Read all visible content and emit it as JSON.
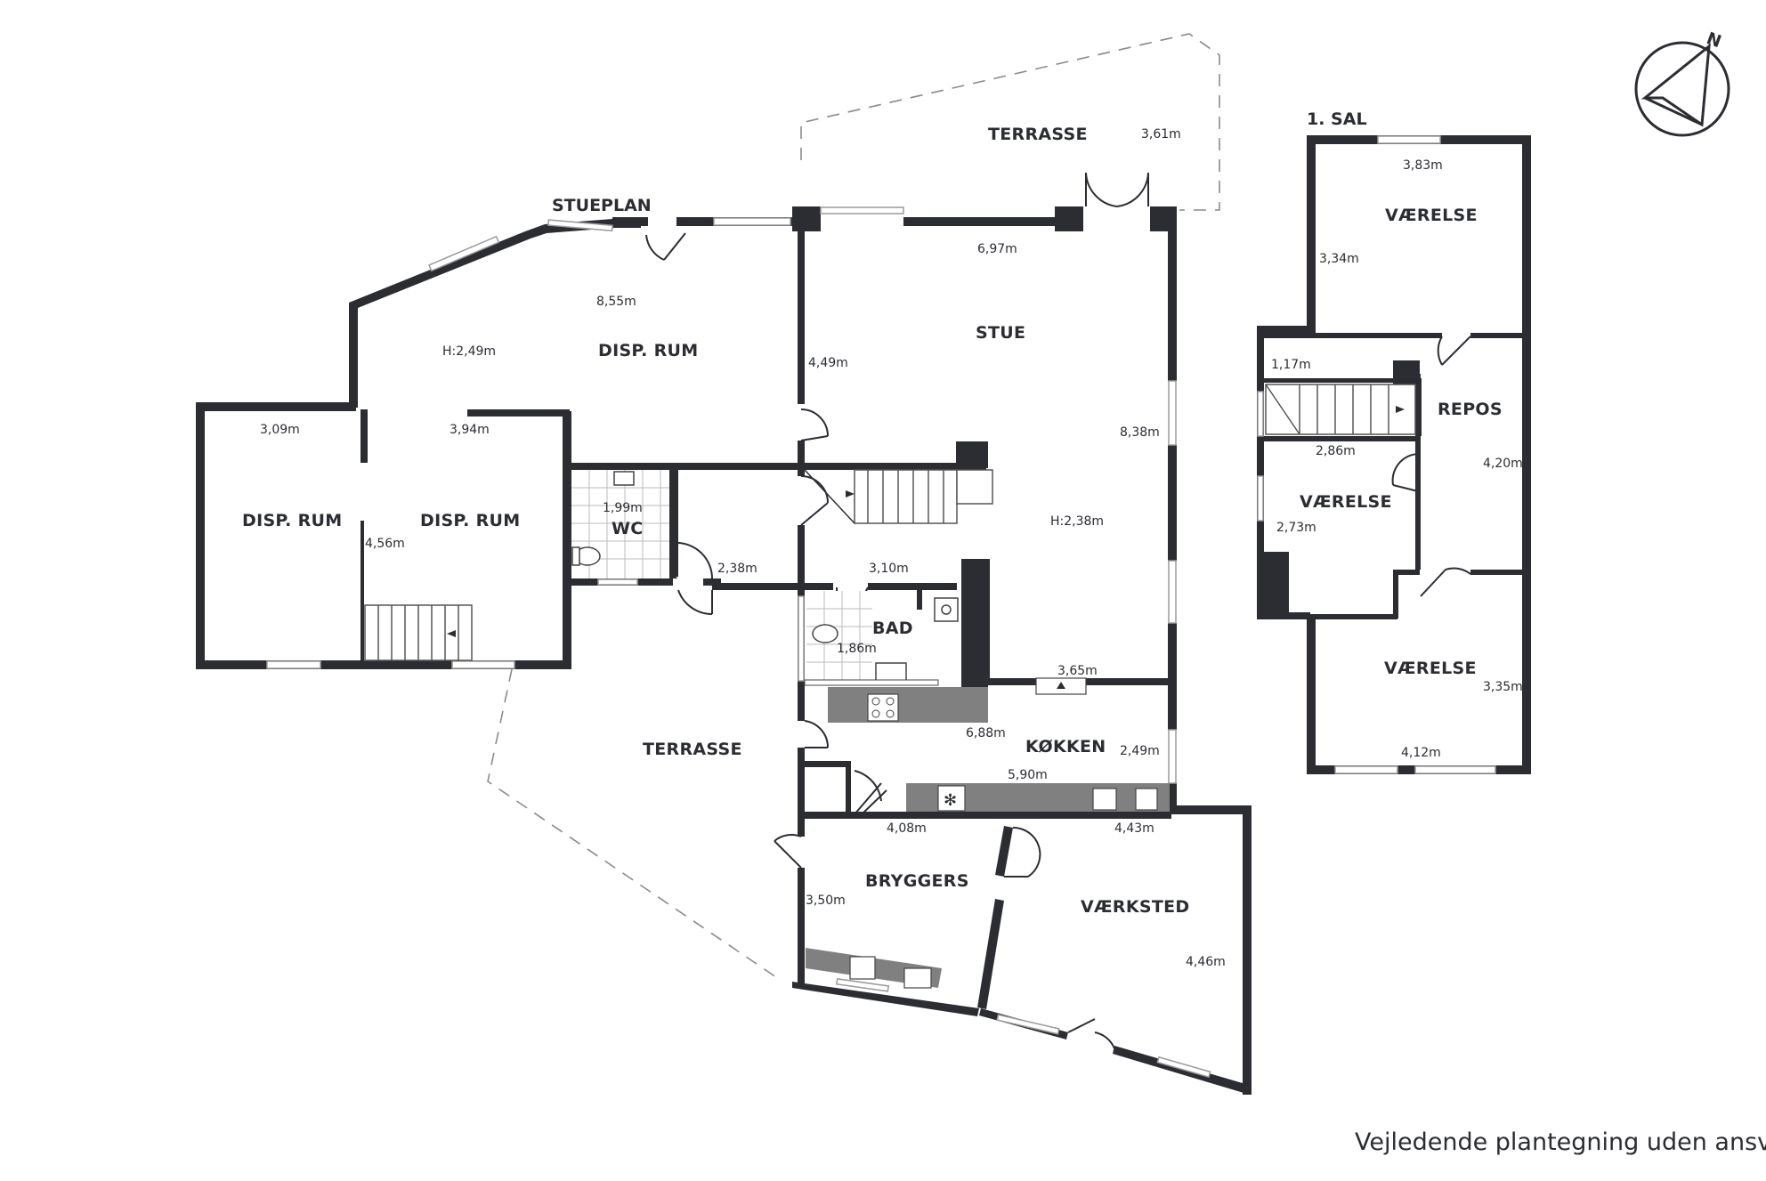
{
  "plans": {
    "ground_floor_label": "STUEPLAN",
    "upper_floor_label": "1. SAL"
  },
  "compass": {
    "north_label": "N"
  },
  "rooms": {
    "terrasse_top": "TERRASSE",
    "disp_rum_main": "DISP. RUM",
    "disp_rum_left": "DISP. RUM",
    "disp_rum_mid": "DISP. RUM",
    "wc": "WC",
    "stue": "STUE",
    "bad": "BAD",
    "terrasse_bottom": "TERRASSE",
    "kokken": "KØKKEN",
    "bryggers": "BRYGGERS",
    "vaerksted": "VÆRKSTED",
    "vaerelse_top": "VÆRELSE",
    "repos": "REPOS",
    "vaerelse_mid": "VÆRELSE",
    "vaerelse_bottom": "VÆRELSE"
  },
  "dimensions": {
    "terrasse_top_width": "3,61m",
    "stue_width": "6,97m",
    "disp_main_width": "8,55m",
    "disp_main_height": "H:2,49m",
    "stue_depth_left": "4,49m",
    "stue_depth_right": "8,38m",
    "stue_height": "H:2,38m",
    "disp_left_width": "3,09m",
    "disp_mid_width": "3,94m",
    "disp_mid_depth": "4,56m",
    "wc_width": "1,99m",
    "hall_width": "2,38m",
    "bad_width": "3,10m",
    "bad_depth": "1,86m",
    "stue_bottom_width": "3,65m",
    "kokken_width": "6,88m",
    "kokken_depth": "2,49m",
    "kokken_counter": "5,90m",
    "bryggers_width": "4,08m",
    "bryggers_depth": "3,50m",
    "vaerksted_width": "4,43m",
    "vaerksted_depth": "4,46m",
    "vaerelse_top_width": "3,83m",
    "vaerelse_top_depth": "3,34m",
    "repos_small": "1,17m",
    "repos_stair": "2,86m",
    "repos_depth": "4,20m",
    "vaerelse_mid_depth": "2,73m",
    "vaerelse_bottom_depth": "3,35m",
    "vaerelse_bottom_width": "4,12m"
  },
  "footer": {
    "disclaimer": "Vejledende plantegning uden ansvar"
  },
  "colors": {
    "wall": "#2b2d33",
    "counter": "#808080",
    "window": "#9a9a9a"
  }
}
